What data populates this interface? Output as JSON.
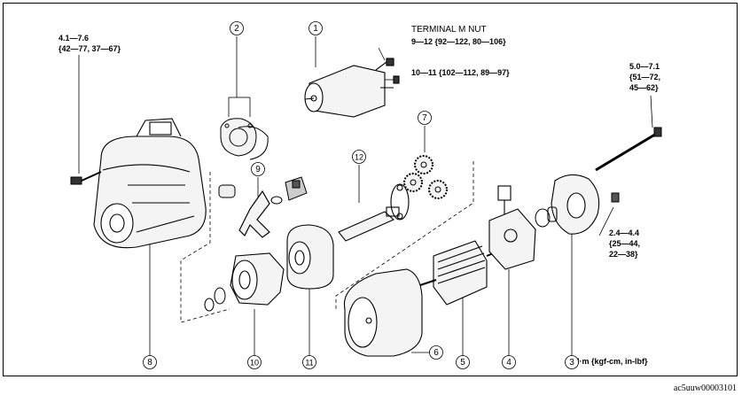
{
  "callouts": [
    "1",
    "2",
    "3",
    "4",
    "5",
    "6",
    "7",
    "8",
    "9",
    "10",
    "11",
    "12"
  ],
  "torque_specs": {
    "bolt_left": [
      "4.1—7.6",
      "{42—77, 37—67}"
    ],
    "terminal_m_nut": [
      "TERMINAL M NUT",
      "9—12 {92—122, 80—106}"
    ],
    "terminal_b_nut": [
      "10—11 {102—112, 89—97}"
    ],
    "through_bolt": [
      "5.0—7.1",
      "{51—72,",
      "45—62}"
    ],
    "brush_holder_screw": [
      "2.4—4.4",
      "{25—44,",
      "22—38}"
    ]
  },
  "units": "N·m {kgf-cm, in-lbf}",
  "reference_code": "ac5uuw00003101"
}
